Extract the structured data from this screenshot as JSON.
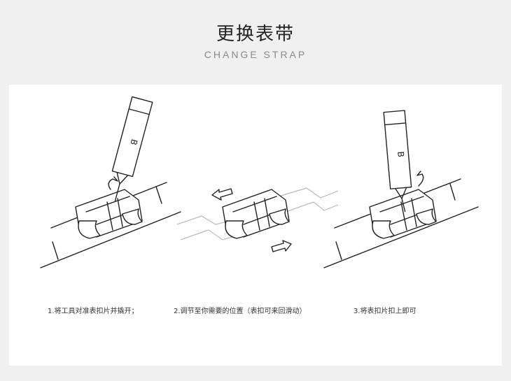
{
  "header": {
    "title": "更换表带",
    "subtitle": "CHANGE STRAP"
  },
  "steps": [
    {
      "caption": "1.将工具对准表扣片并撬开；"
    },
    {
      "caption": "2.调节至你需要的位置（表扣可来回滑动）"
    },
    {
      "caption": "3.将表扣片扣上即可"
    }
  ],
  "tool_logo": "B"
}
